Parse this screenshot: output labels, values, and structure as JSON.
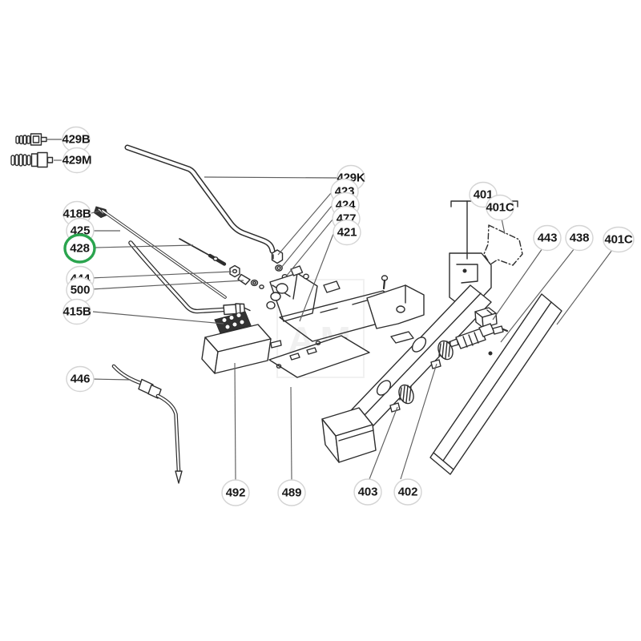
{
  "diagram": {
    "type": "exploded-parts-diagram",
    "watermark": "AM",
    "colors": {
      "line": "#2d2d2d",
      "leader": "#5f5f5f",
      "halo": "#d4d4d4",
      "highlight": "#2aa44e",
      "text": "#171717"
    },
    "highlighted_part": "428",
    "callouts": [
      {
        "label": "429B",
        "highlighted": false
      },
      {
        "label": "429M",
        "highlighted": false
      },
      {
        "label": "418B",
        "highlighted": false
      },
      {
        "label": "425",
        "highlighted": false
      },
      {
        "label": "428",
        "highlighted": true
      },
      {
        "label": "444",
        "highlighted": false
      },
      {
        "label": "500",
        "highlighted": false
      },
      {
        "label": "415B",
        "highlighted": false
      },
      {
        "label": "446",
        "highlighted": false
      },
      {
        "label": "429K",
        "highlighted": false
      },
      {
        "label": "423",
        "highlighted": false
      },
      {
        "label": "424",
        "highlighted": false
      },
      {
        "label": "477",
        "highlighted": false
      },
      {
        "label": "421",
        "highlighted": false
      },
      {
        "label": "401",
        "highlighted": false
      },
      {
        "label": "401C",
        "highlighted": false
      },
      {
        "label": "443",
        "highlighted": false
      },
      {
        "label": "438",
        "highlighted": false
      },
      {
        "label": "401C",
        "highlighted": false
      },
      {
        "label": "492",
        "highlighted": false
      },
      {
        "label": "489",
        "highlighted": false
      },
      {
        "label": "403",
        "highlighted": false
      },
      {
        "label": "402",
        "highlighted": false
      }
    ]
  }
}
